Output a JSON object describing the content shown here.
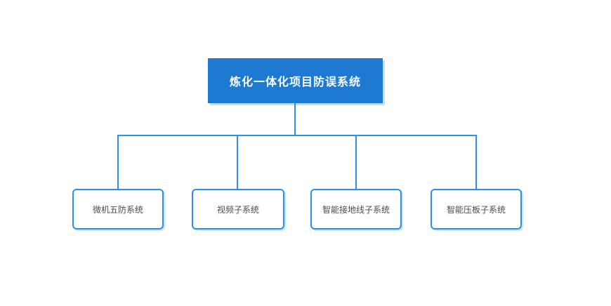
{
  "diagram": {
    "type": "org-chart",
    "root": {
      "label": "炼化一体化项目防误系统"
    },
    "children": [
      {
        "label": "微机五防系统"
      },
      {
        "label": "视频子系统"
      },
      {
        "label": "智能接地线子系统"
      },
      {
        "label": "智能压板子系统"
      }
    ],
    "colors": {
      "root_fill": "#1d79d2",
      "root_text": "#ffffff",
      "connector": "#2b8fee",
      "child_border": "#2b8fee",
      "child_text": "#4c4c4c",
      "canvas_bg": "#ffffff"
    }
  }
}
